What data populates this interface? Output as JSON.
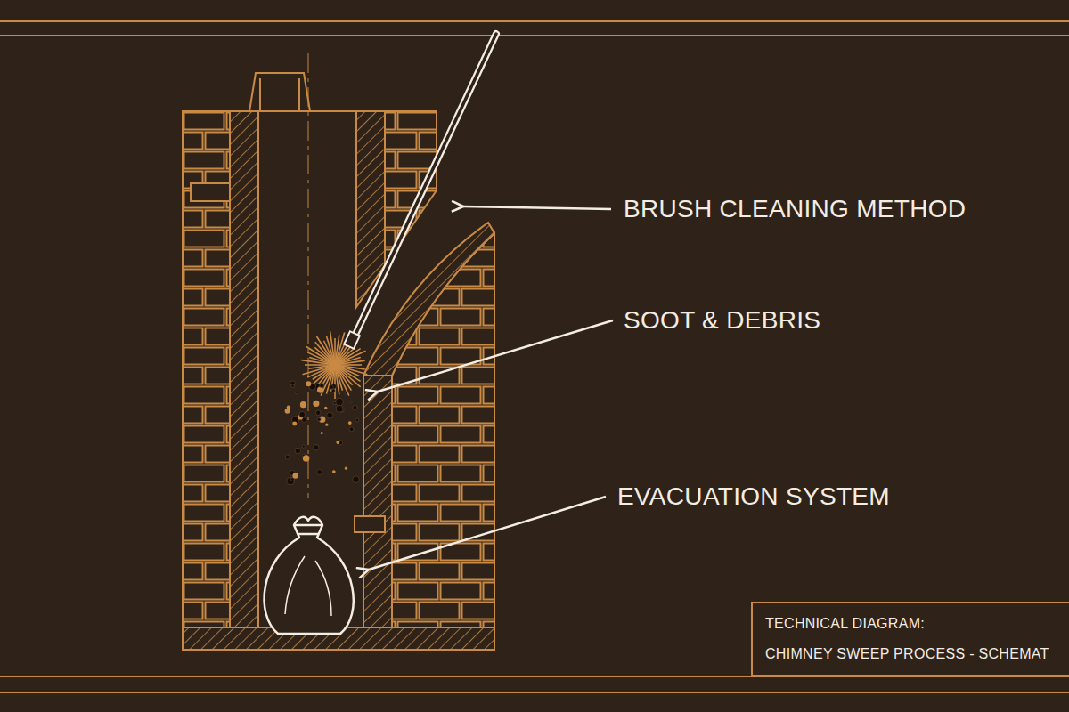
{
  "diagram": {
    "nodes": [
      {
        "text": [
          "TECHNICAL DIAGRAM:",
          "CHIMNEY SWEEP PROCESS - SCHEMAT"
        ]
      }
    ],
    "labels": [
      "BRUSH CLEANING METHOD",
      "SOOT & DEBRIS",
      "EVACUATION SYSTEM"
    ]
  }
}
